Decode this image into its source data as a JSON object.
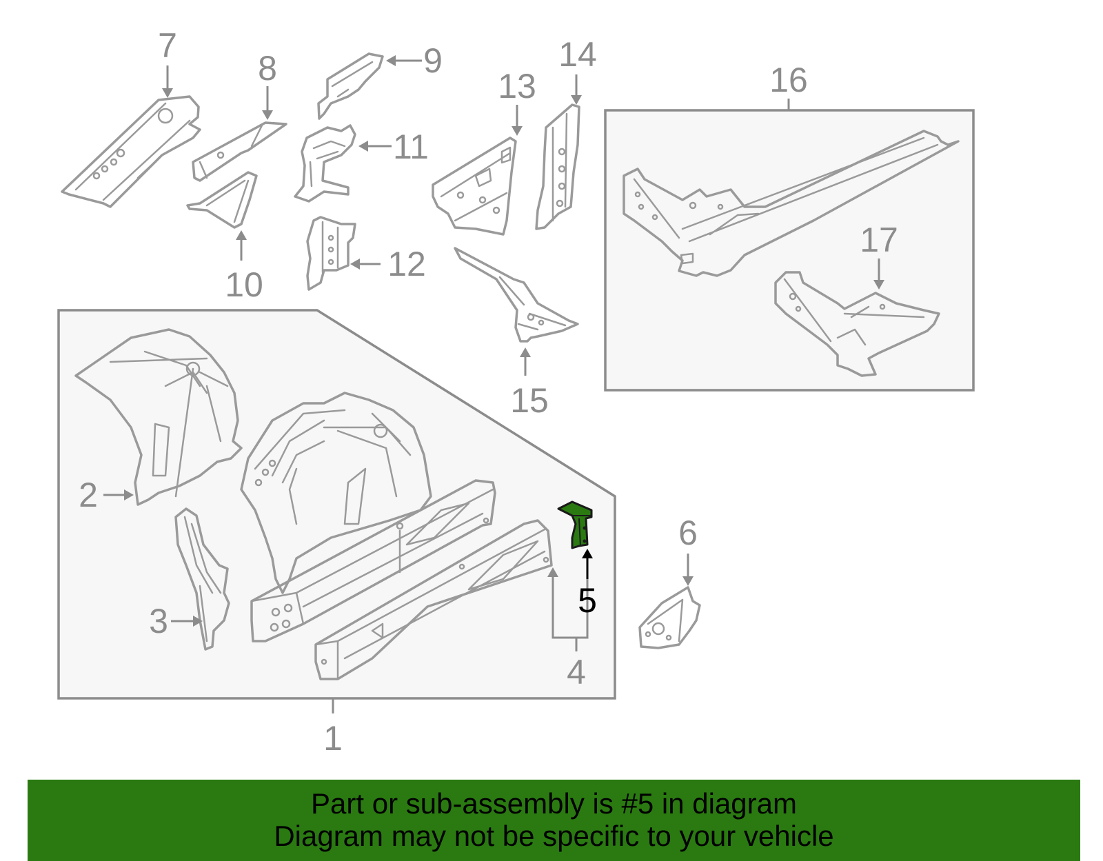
{
  "diagram": {
    "callouts": [
      "1",
      "2",
      "3",
      "4",
      "5",
      "6",
      "7",
      "8",
      "9",
      "10",
      "11",
      "12",
      "13",
      "14",
      "15",
      "16",
      "17"
    ],
    "highlighted_part": "5",
    "colors": {
      "highlight": "#2a7a11",
      "line": "#9a9a9a",
      "label": "#8c8c8c",
      "group_fill": "#f7f7f7"
    }
  },
  "banner": {
    "line1": "Part or sub-assembly is #5 in diagram",
    "line2": "Diagram may not be specific to your vehicle"
  }
}
